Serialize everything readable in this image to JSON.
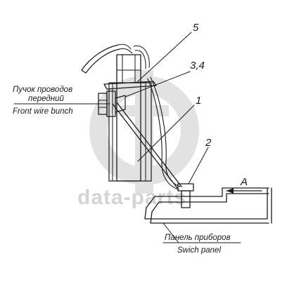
{
  "watermark": {
    "text": "data-parts"
  },
  "callouts": {
    "c5": "5",
    "c34": "3,4",
    "c1": "1",
    "c2": "2",
    "cA": "A"
  },
  "labels": {
    "front_bunch_ru_1": "Пучок проводов",
    "front_bunch_ru_2": "передний",
    "front_bunch_en": "Front wire bunch",
    "panel_ru": "Панель приборов",
    "panel_en": "Swich panel"
  }
}
